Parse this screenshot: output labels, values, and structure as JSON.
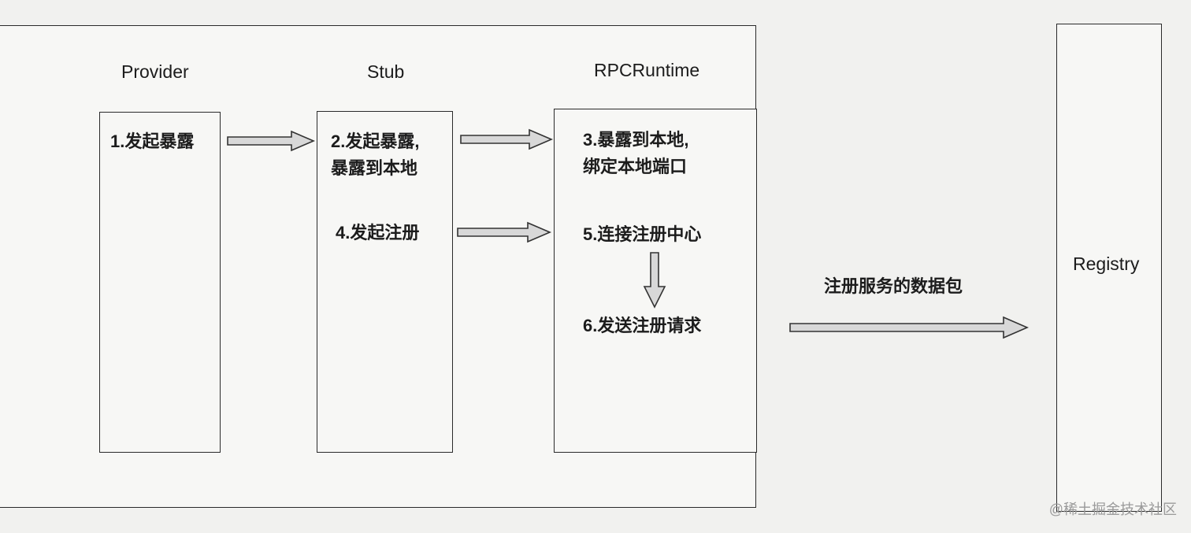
{
  "columns": {
    "provider": {
      "title": "Provider",
      "steps": [
        "1.发起暴露"
      ]
    },
    "stub": {
      "title": "Stub",
      "steps": [
        "2.发起暴露,",
        "暴露到本地",
        "4.发起注册"
      ]
    },
    "runtime": {
      "title": "RPCRuntime",
      "steps": [
        "3.暴露到本地,",
        "绑定本地端口",
        "5.连接注册中心",
        "6.发送注册请求"
      ]
    },
    "registry": {
      "title": "Registry"
    }
  },
  "edge_label": "注册服务的数据包",
  "watermark": "@稀土掘金技术社区",
  "colors": {
    "stroke": "#2a2a2a",
    "arrow_fill": "#d8d8d8",
    "background": "#f1f1ef"
  }
}
